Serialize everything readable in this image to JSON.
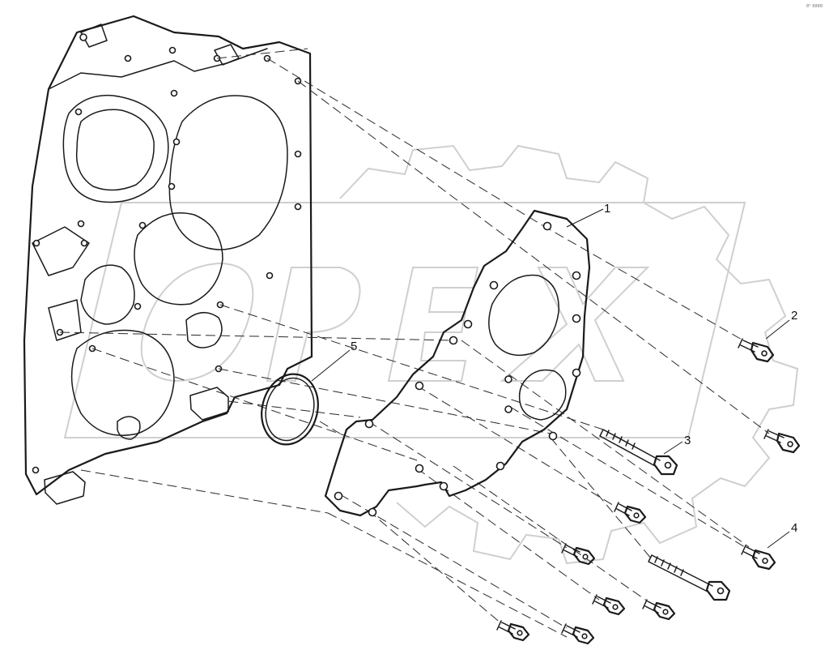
{
  "callouts": [
    {
      "id": "1",
      "label": "1"
    },
    {
      "id": "2",
      "label": "2"
    },
    {
      "id": "3",
      "label": "3"
    },
    {
      "id": "4",
      "label": "4"
    },
    {
      "id": "5",
      "label": "5"
    }
  ],
  "watermark": {
    "text": "OPEX"
  },
  "corner_code": "8° 8888",
  "colors": {
    "line": "#1a1a1a",
    "watermark": "#cfcfcf",
    "background": "#ffffff"
  }
}
